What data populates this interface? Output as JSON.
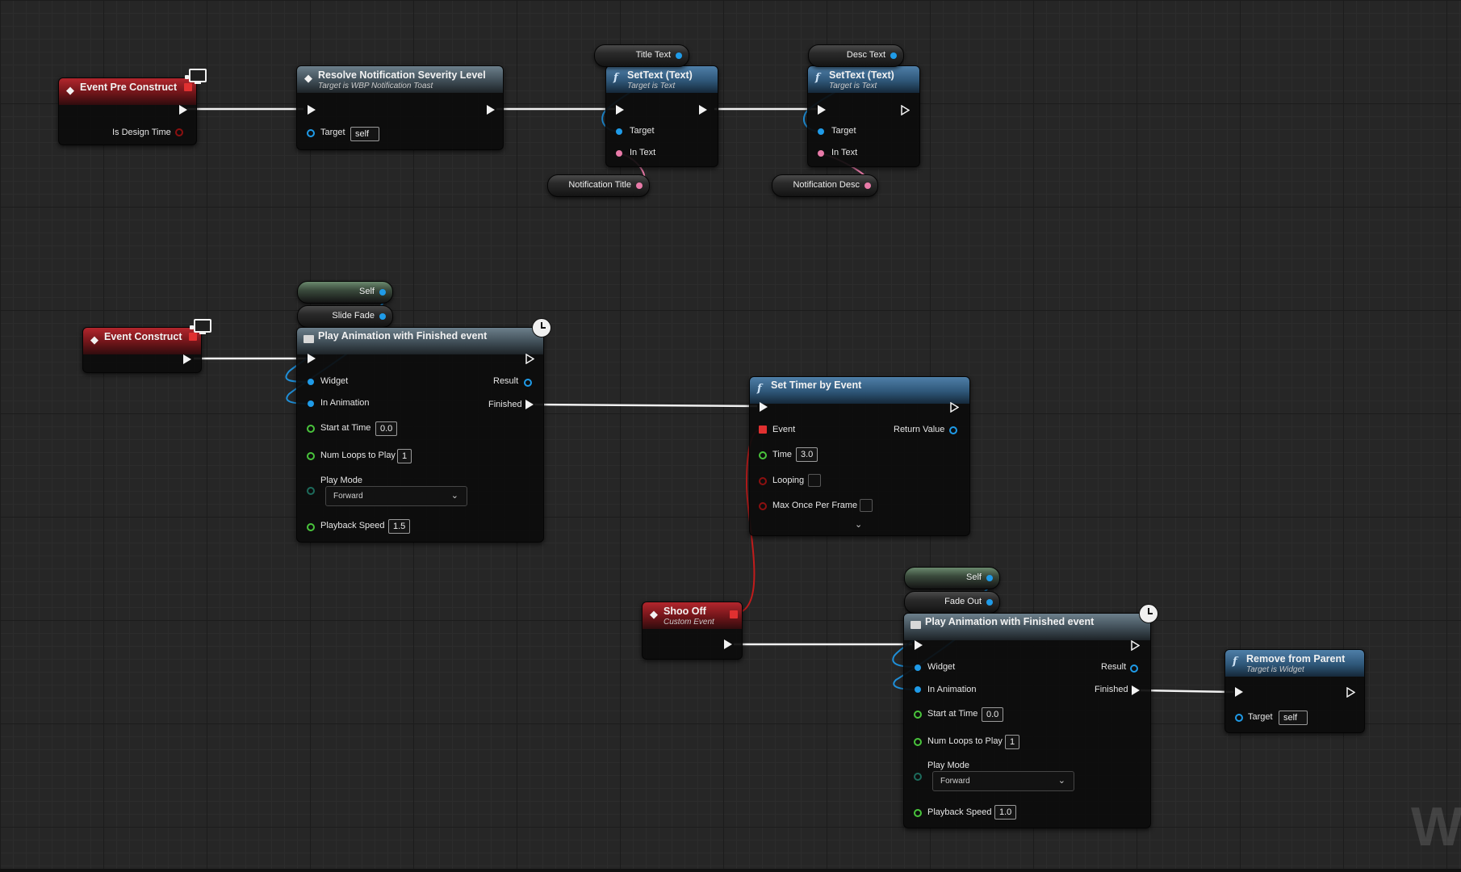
{
  "canvas": {
    "watermark": "WI"
  },
  "nodes": {
    "event_pre_construct": {
      "title": "Event Pre Construct",
      "is_design_time": "Is Design Time"
    },
    "resolve_severity": {
      "title": "Resolve Notification Severity Level",
      "subtitle": "Target is WBP Notification Toast",
      "target_label": "Target",
      "target_value": "self"
    },
    "set_text_title": {
      "title": "SetText (Text)",
      "subtitle": "Target is Text",
      "target_label": "Target",
      "in_text_label": "In Text"
    },
    "set_text_desc": {
      "title": "SetText (Text)",
      "subtitle": "Target is Text",
      "target_label": "Target",
      "in_text_label": "In Text"
    },
    "event_construct": {
      "title": "Event Construct"
    },
    "play_anim_1": {
      "title": "Play Animation with Finished event",
      "widget": "Widget",
      "result": "Result",
      "in_animation": "In Animation",
      "finished": "Finished",
      "start_at_time_label": "Start at Time",
      "start_at_time": "0.0",
      "num_loops_label": "Num Loops to Play",
      "num_loops": "1",
      "play_mode_label": "Play Mode",
      "play_mode": "Forward",
      "playback_speed_label": "Playback Speed",
      "playback_speed": "1.5"
    },
    "set_timer": {
      "title": "Set Timer by Event",
      "event": "Event",
      "return_value": "Return Value",
      "time_label": "Time",
      "time": "3.0",
      "looping": "Looping",
      "max_once": "Max Once Per Frame"
    },
    "shoo_off": {
      "title": "Shoo Off",
      "subtitle": "Custom Event"
    },
    "play_anim_2": {
      "title": "Play Animation with Finished event",
      "widget": "Widget",
      "result": "Result",
      "in_animation": "In Animation",
      "finished": "Finished",
      "start_at_time_label": "Start at Time",
      "start_at_time": "0.0",
      "num_loops_label": "Num Loops to Play",
      "num_loops": "1",
      "play_mode_label": "Play Mode",
      "play_mode": "Forward",
      "playback_speed_label": "Playback Speed",
      "playback_speed": "1.0"
    },
    "remove_from_parent": {
      "title": "Remove from Parent",
      "subtitle": "Target is Widget",
      "target_label": "Target",
      "target_value": "self"
    }
  },
  "variables": {
    "title_text": "Title Text",
    "desc_text": "Desc Text",
    "notification_title": "Notification Title",
    "notification_desc": "Notification Desc",
    "self_1": "Self",
    "slide_fade": "Slide Fade",
    "self_2": "Self",
    "fade_out": "Fade Out"
  },
  "colors": {
    "exec": "#f2f2f2",
    "object_pin": "#1f9be8",
    "text_pin": "#e87aa8",
    "float_pin": "#49c43c",
    "bool_pin": "#8c1010",
    "delegate_pin": "#e03030"
  }
}
